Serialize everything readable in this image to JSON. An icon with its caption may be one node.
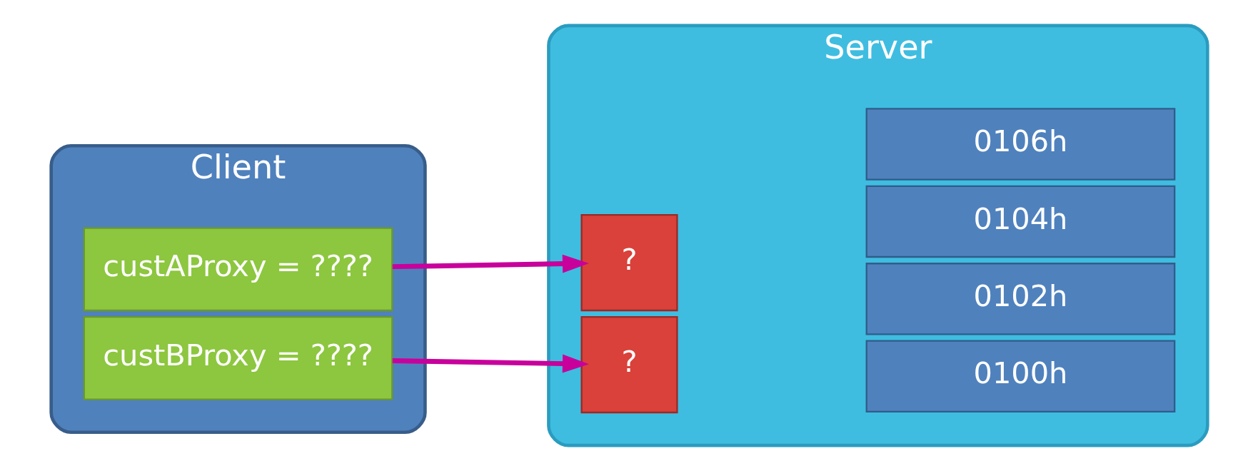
{
  "diagram": {
    "nodes": [
      {
        "text": [
          "Client"
        ]
      },
      {
        "text": [
          "custAProxy = ????"
        ],
        "in": 0
      },
      {
        "text": [
          "custBProxy = ????"
        ],
        "in": 0
      },
      {
        "text": [
          "Server"
        ]
      },
      {
        "text": [
          "?"
        ],
        "in": 3
      },
      {
        "text": [
          "?"
        ],
        "in": 3
      },
      {
        "text": [
          "0100h"
        ],
        "in": 3
      },
      {
        "text": [
          "0102h"
        ],
        "in": 3
      },
      {
        "text": [
          "0104h"
        ],
        "in": 3
      },
      {
        "text": [
          "0106h"
        ],
        "in": 3
      }
    ],
    "edges": [
      {
        "from": 1,
        "to": 4,
        "arrow": "to"
      },
      {
        "from": 2,
        "to": 5,
        "arrow": "to"
      }
    ]
  }
}
